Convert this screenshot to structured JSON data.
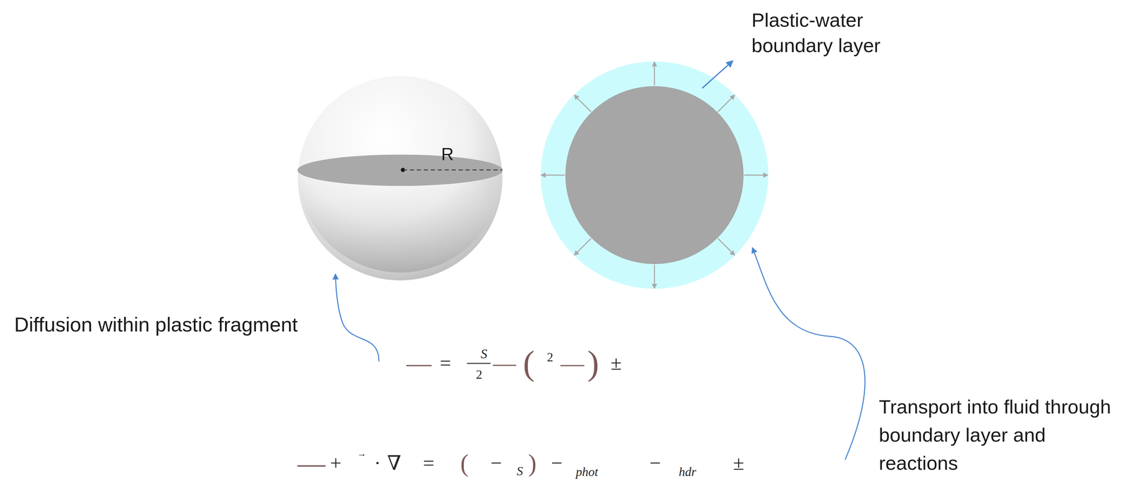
{
  "diagram": {
    "labels": [
      "Plastic-water boundary layer",
      "R",
      "Diffusion within plastic fragment",
      "—",
      "=",
      "S",
      "2",
      "—",
      "(",
      "2",
      "—",
      ")",
      "±",
      "Transport into fluid through boundary layer and reactions",
      "—",
      "+",
      "→",
      "·",
      "∇",
      "=",
      "(",
      "−",
      "S",
      ")",
      "−",
      "phot",
      "−",
      "hdr",
      "±"
    ]
  }
}
